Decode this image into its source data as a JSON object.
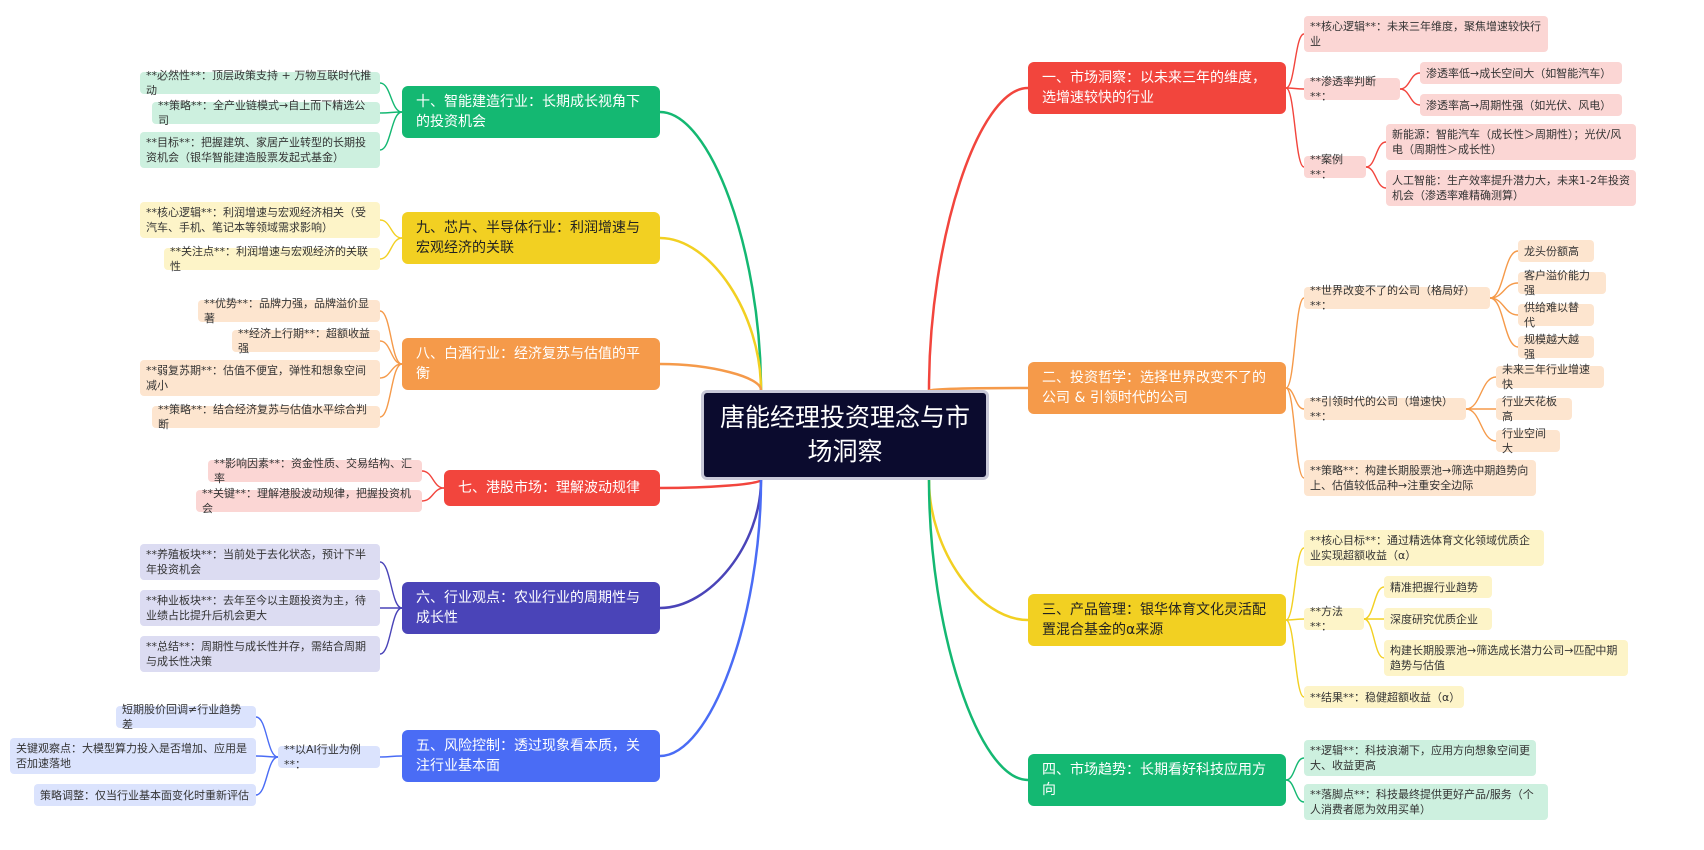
{
  "colors": {
    "red": "#f2453d",
    "orange": "#f59a4a",
    "yellow": "#f2d022",
    "green": "#14b872",
    "indigo": "#4a44b8",
    "blue": "#4a6cf5",
    "dark": "#0b0b2e"
  },
  "center": "唐能经理投资理念与市场洞察",
  "right": {
    "b1": {
      "title": "一、市场洞察：以未来三年的维度，选增速较快的行业",
      "core": "**核心逻辑**：未来三年维度，聚焦增速较快行业",
      "pen": "**渗透率判断**：",
      "pen_items": [
        "渗透率低→成长空间大（如智能汽车）",
        "渗透率高→周期性强（如光伏、风电）"
      ],
      "case": "**案例**：",
      "case_items": [
        "新能源：智能汽车（成长性＞周期性）；光伏/风电（周期性＞成长性）",
        "人工智能：生产效率提升潜力大，未来1-2年投资机会（渗透率难精确测算）"
      ]
    },
    "b2": {
      "title": "二、投资哲学：选择世界改变不了的公司 & 引领时代的公司",
      "world": "**世界改变不了的公司（格局好）**：",
      "world_items": [
        "龙头份额高",
        "客户溢价能力强",
        "供给难以替代",
        "规模越大越强"
      ],
      "lead": "**引领时代的公司（增速快）**：",
      "lead_items": [
        "未来三年行业增速快",
        "行业天花板高",
        "行业空间大"
      ],
      "strategy": "**策略**：构建长期股票池→筛选中期趋势向上、估值较低品种→注重安全边际"
    },
    "b3": {
      "title": "三、产品管理：银华体育文化灵活配置混合基金的α来源",
      "goal": "**核心目标**：通过精选体育文化领域优质企业实现超额收益（α）",
      "method": "**方法**：",
      "method_items": [
        "精准把握行业趋势",
        "深度研究优质企业",
        "构建长期股票池→筛选成长潜力公司→匹配中期趋势与估值"
      ],
      "result": "**结果**：稳健超额收益（α）"
    },
    "b4": {
      "title": "四、市场趋势：长期看好科技应用方向",
      "logic": "**逻辑**：科技浪潮下，应用方向想象空间更大、收益更高",
      "point": "**落脚点**：科技最终提供更好产品/服务（个人消费者愿为效用买单）"
    }
  },
  "left": {
    "b10": {
      "title": "十、智能建造行业：长期成长视角下的投资机会",
      "items": [
        "**必然性**：顶层政策支持 + 万物互联时代推动",
        "**策略**：全产业链模式→自上而下精选公司",
        "**目标**：把握建筑、家居产业转型的长期投资机会（银华智能建造股票发起式基金）"
      ]
    },
    "b9": {
      "title": "九、芯片、半导体行业：利润增速与宏观经济的关联",
      "items": [
        "**核心逻辑**：利润增速与宏观经济相关（受汽车、手机、笔记本等领域需求影响）",
        "**关注点**：利润增速与宏观经济的关联性"
      ]
    },
    "b8": {
      "title": "八、白酒行业：经济复苏与估值的平衡",
      "items": [
        "**优势**：品牌力强，品牌溢价显著",
        "**经济上行期**：超额收益强",
        "**弱复苏期**：估值不便宜，弹性和想象空间减小",
        "**策略**：结合经济复苏与估值水平综合判断"
      ]
    },
    "b7": {
      "title": "七、港股市场：理解波动规律",
      "items": [
        "**影响因素**：资金性质、交易结构、汇率",
        "**关键**：理解港股波动规律，把握投资机会"
      ]
    },
    "b6": {
      "title": "六、行业观点：农业行业的周期性与成长性",
      "items": [
        "**养殖板块**：当前处于去化状态，预计下半年投资机会",
        "**种业板块**：去年至今以主题投资为主，待业绩占比提升后机会更大",
        "**总结**：周期性与成长性并存，需结合周期与成长性决策"
      ]
    },
    "b5": {
      "title": "五、风险控制：透过现象看本质，关注行业基本面",
      "example": "**以AI行业为例**：",
      "items": [
        "短期股价回调≠行业趋势差",
        "关键观察点：大模型算力投入是否增加、应用是否加速落地",
        "策略调整：仅当行业基本面变化时重新评估"
      ]
    }
  }
}
